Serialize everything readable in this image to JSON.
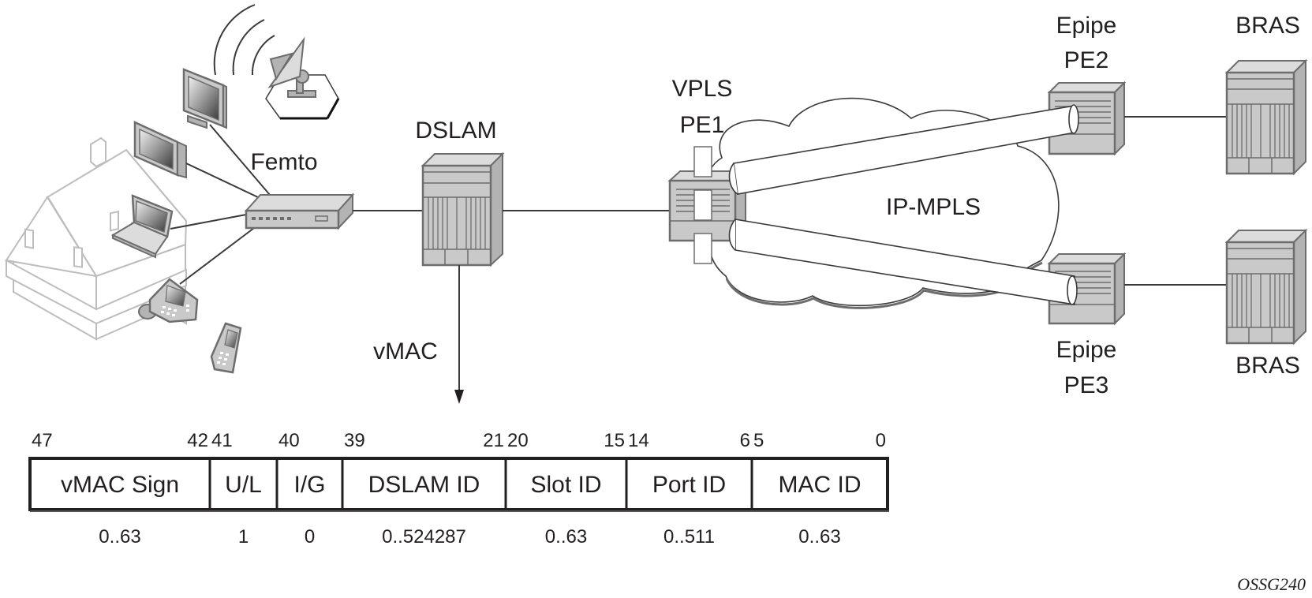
{
  "labels": {
    "femto": "Femto",
    "dslam": "DSLAM",
    "vpls_line1": "VPLS",
    "vpls_line2": "PE1",
    "cloud": "IP-MPLS",
    "pe2_line1": "Epipe",
    "pe2_line2": "PE2",
    "pe3_line1": "Epipe",
    "pe3_line2": "PE3",
    "bras_top": "BRAS",
    "bras_bottom": "BRAS",
    "vmac_arrow": "vMAC",
    "figure_id": "OSSG240"
  },
  "icons": {
    "house": "house-icon",
    "satellite": "satellite-dish-icon",
    "monitor": "monitor-icon",
    "tv": "tv-icon",
    "laptop": "laptop-icon",
    "desk_phone": "desk-phone-icon",
    "mobile_phone": "mobile-phone-icon",
    "femto": "femto-router-icon",
    "dslam": "dslam-chassis-icon",
    "pe_router": "router-chassis-icon",
    "bras": "bras-chassis-icon",
    "cloud": "cloud-icon",
    "tunnel": "pseudowire-tunnel-icon"
  },
  "vmac_format": {
    "fields": [
      {
        "name": "vMAC Sign",
        "bit_high": "47",
        "bit_low": "42",
        "range": "0..63"
      },
      {
        "name": "U/L",
        "bit_high": "41",
        "bit_low": "",
        "range": "1"
      },
      {
        "name": "I/G",
        "bit_high": "40",
        "bit_low": "",
        "range": "0"
      },
      {
        "name": "DSLAM ID",
        "bit_high": "39",
        "bit_low": "21",
        "range": "0..524287"
      },
      {
        "name": "Slot ID",
        "bit_high": "20",
        "bit_low": "15",
        "range": "0..63"
      },
      {
        "name": "Port ID",
        "bit_high": "14",
        "bit_low": "6",
        "range": "0..511"
      },
      {
        "name": "MAC ID",
        "bit_high": "5",
        "bit_low": "0",
        "range": "0..63"
      }
    ]
  }
}
